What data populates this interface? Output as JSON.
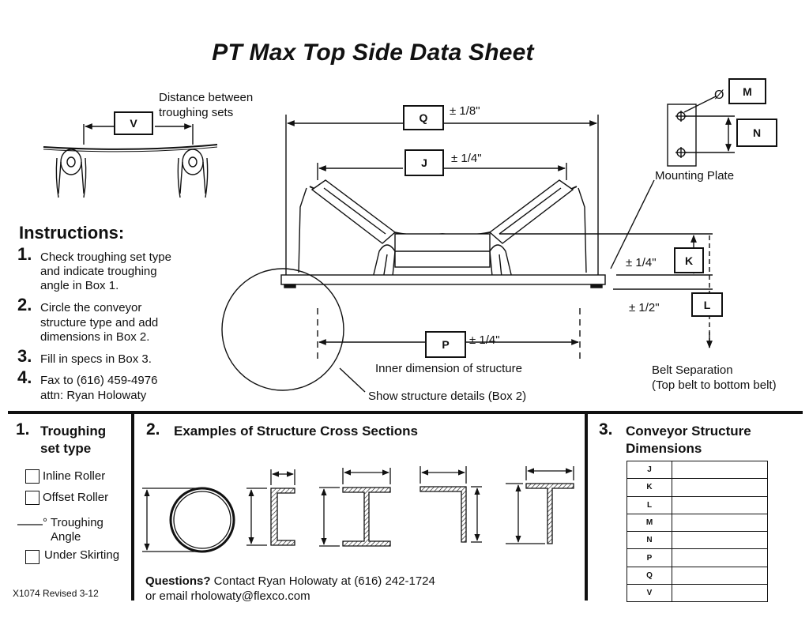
{
  "title": "PT Max Top Side Data Sheet",
  "labels": {
    "V": "V",
    "Q": "Q",
    "J": "J",
    "M": "M",
    "N": "N",
    "K": "K",
    "L": "L",
    "P": "P"
  },
  "annotations": {
    "distance_line1": "Distance between",
    "distance_line2": "troughing sets",
    "q_tol": "± 1/8\"",
    "j_tol": "± 1/4\"",
    "k_tol": "± 1/4\"",
    "l_tol": "± 1/2\"",
    "p_tol": "± 1/4\"",
    "diameter": "Ø",
    "mounting_plate": "Mounting Plate",
    "inner_dimension": "Inner dimension of structure",
    "show_structure": "Show structure details (Box 2)",
    "belt_sep_line1": "Belt Separation",
    "belt_sep_line2": "(Top belt to bottom belt)"
  },
  "instructions": {
    "heading": "Instructions:",
    "steps": [
      {
        "num": "1.",
        "lines": [
          "Check troughing set type",
          "and indicate troughing",
          "angle in Box 1."
        ]
      },
      {
        "num": "2.",
        "lines": [
          "Circle the conveyor",
          "structure type and add",
          "dimensions in Box 2."
        ]
      },
      {
        "num": "3.",
        "lines": [
          "Fill in specs in Box 3."
        ]
      },
      {
        "num": "4.",
        "lines": [
          "Fax to (616) 459-4976",
          "attn: Ryan Holowaty"
        ]
      }
    ]
  },
  "box1": {
    "num": "1.",
    "title_line1": "Troughing",
    "title_line2": "set type",
    "inline_roller": "Inline Roller",
    "offset_roller": "Offset Roller",
    "troughing_line1": "° Troughing",
    "troughing_line2": "Angle",
    "under_skirting": "Under Skirting",
    "revision": "X1074 Revised 3-12"
  },
  "box2": {
    "num": "2.",
    "title": "Examples of Structure Cross Sections",
    "questions_bold": "Questions?",
    "questions_rest": " Contact Ryan Holowaty at (616) 242-1724",
    "email_line": "or email rholowaty@flexco.com"
  },
  "box3": {
    "num": "3.",
    "title_line1": "Conveyor Structure",
    "title_line2": "Dimensions",
    "rows": [
      "J",
      "K",
      "L",
      "M",
      "N",
      "P",
      "Q",
      "V"
    ]
  }
}
